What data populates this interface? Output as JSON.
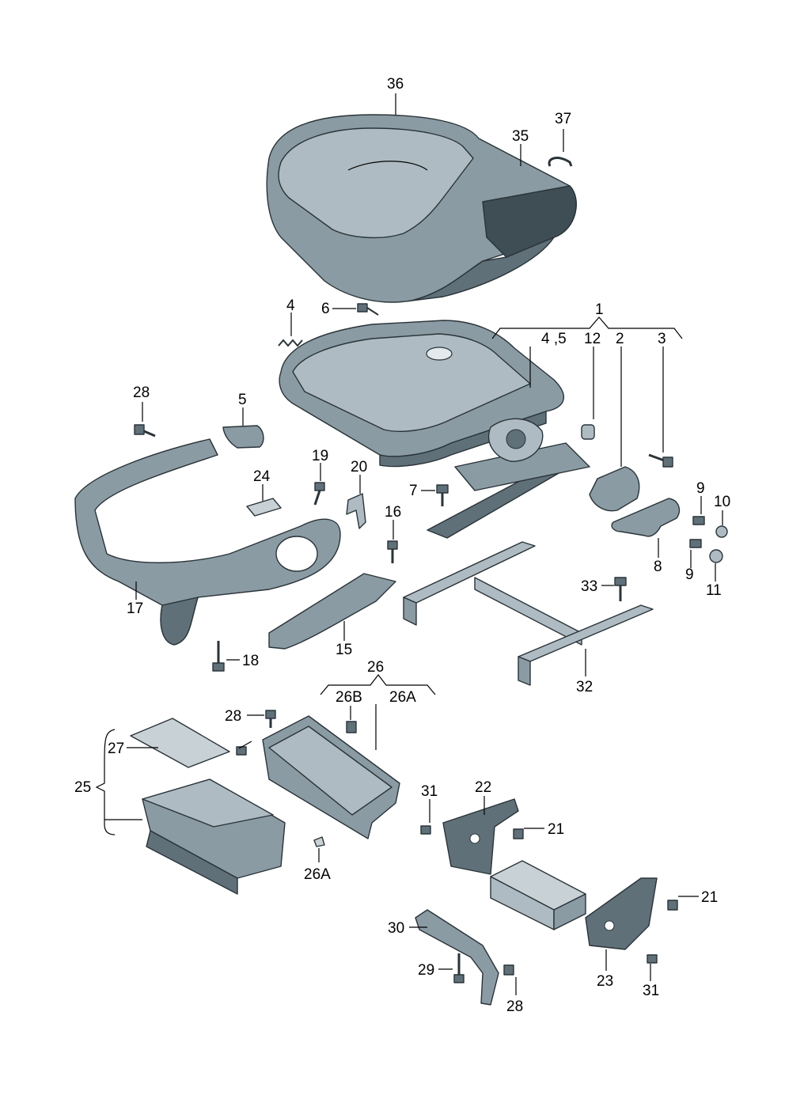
{
  "diagram": {
    "labels": {
      "l1": "1",
      "l2": "2",
      "l3": "3",
      "l4": "4",
      "l45": "4 ,5",
      "l5": "5",
      "l6": "6",
      "l7": "7",
      "l8": "8",
      "l9a": "9",
      "l9b": "9",
      "l10": "10",
      "l11": "11",
      "l12": "12",
      "l15": "15",
      "l16": "16",
      "l17": "17",
      "l18": "18",
      "l19": "19",
      "l20": "20",
      "l21a": "21",
      "l21b": "21",
      "l22": "22",
      "l23": "23",
      "l24": "24",
      "l25": "25",
      "l26": "26",
      "l26a_top": "26A",
      "l26b_top": "26B",
      "l26a_bottom": "26A",
      "l27": "27",
      "l28a": "28",
      "l28b": "28",
      "l28c": "28",
      "l29": "29",
      "l30": "30",
      "l31a": "31",
      "l31b": "31",
      "l32": "32",
      "l33": "33",
      "l35": "35",
      "l36": "36",
      "l37": "37"
    },
    "colors": {
      "part_fill": "#8a9ba4",
      "part_light": "#aebbc2",
      "part_dark": "#5f7079",
      "outline": "#2a3338"
    }
  }
}
